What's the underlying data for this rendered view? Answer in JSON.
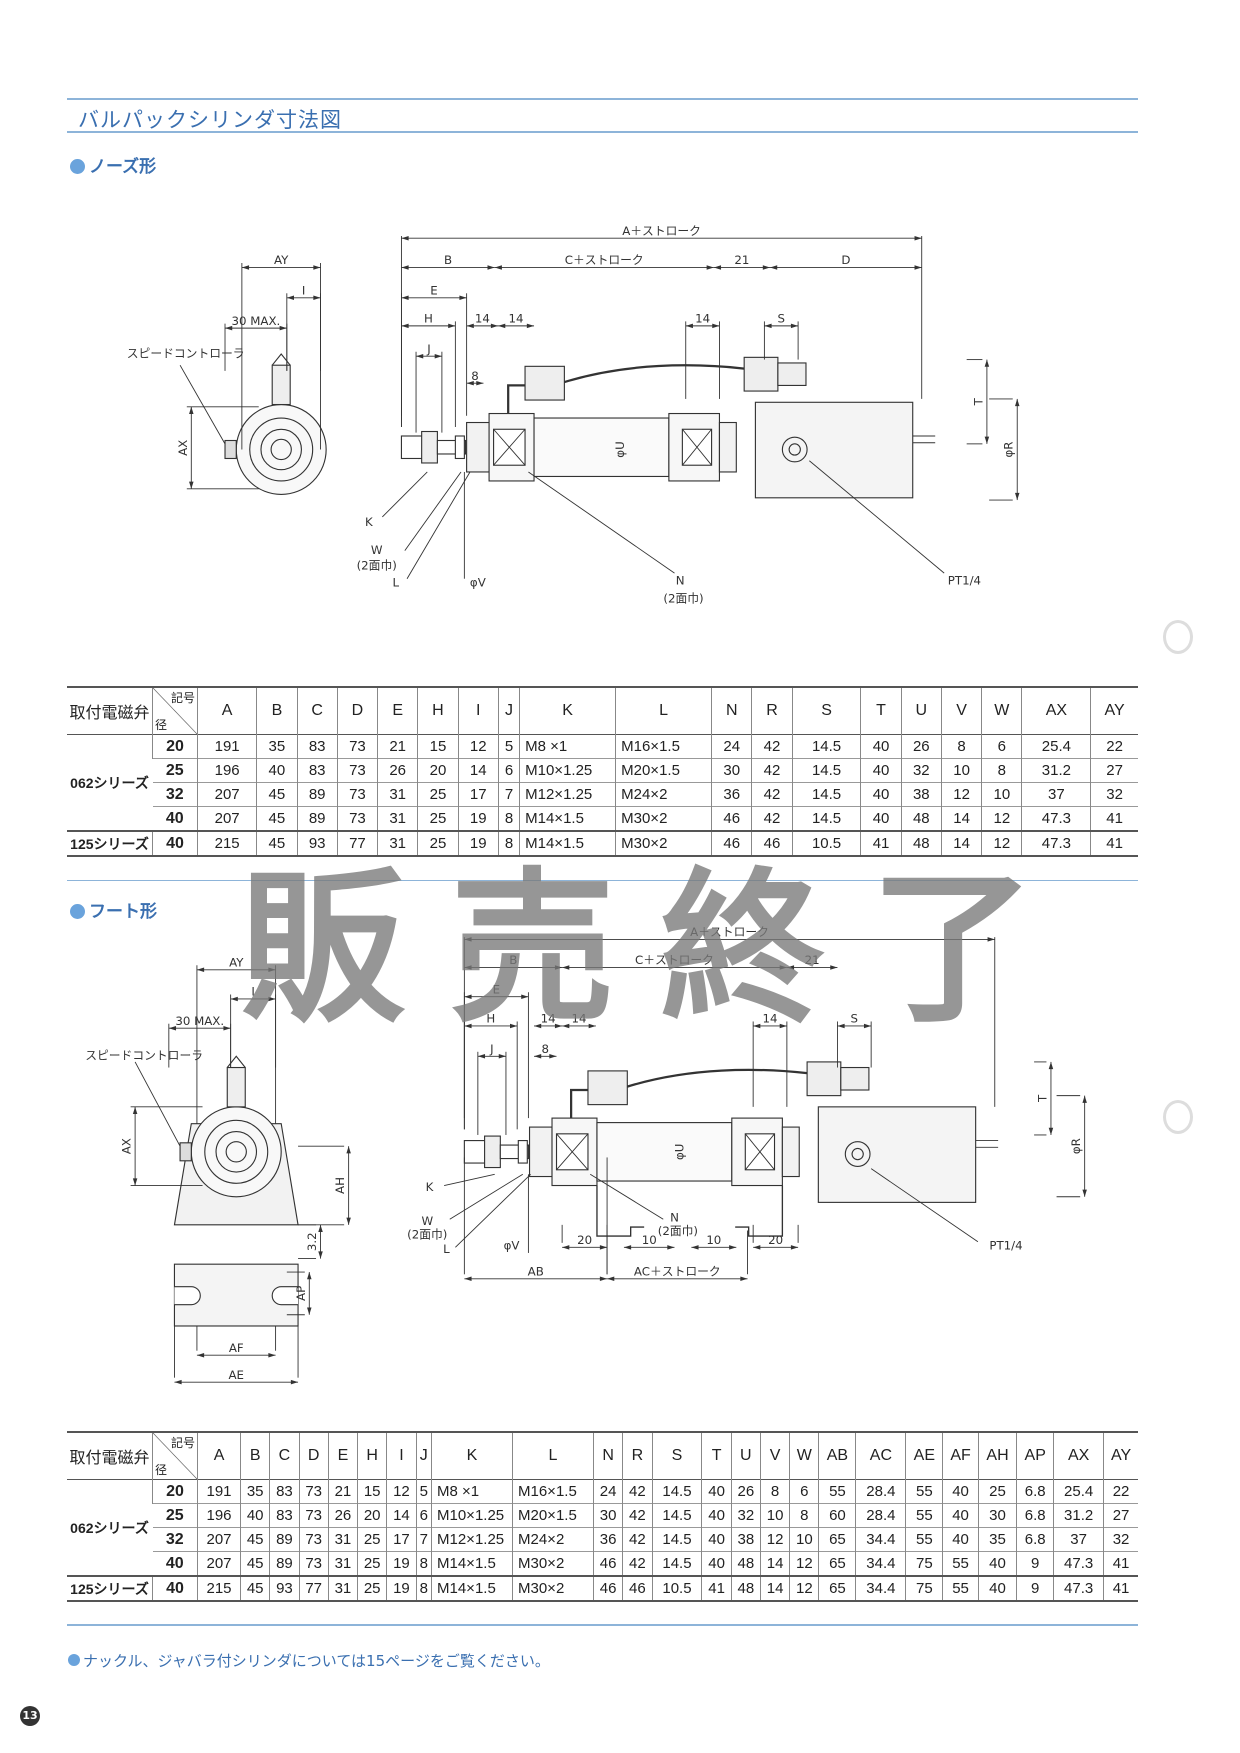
{
  "page": {
    "title": "バルパックシリンダ寸法図",
    "watermark": "販売終了",
    "note": "ナックル、ジャバラ付シリンダについては15ページをご覧ください。",
    "page_number": "13"
  },
  "nose": {
    "heading": "ノーズ形",
    "labels": {
      "a_stroke": "A＋ストローク",
      "b": "B",
      "c_stroke": "C＋ストローク",
      "d21": "21",
      "d": "D",
      "e": "E",
      "h": "H",
      "d14a": "14",
      "d14b": "14",
      "j": "J",
      "d8": "8",
      "d14c": "14",
      "s": "S",
      "t": "T",
      "r": "φR",
      "u": "φU",
      "k": "K",
      "w": "W",
      "w2": "(2面巾)",
      "l": "L",
      "v": "φV",
      "n": "N",
      "n2": "(2面巾)",
      "pt": "PT1/4",
      "ay": "AY",
      "i": "I",
      "max30": "30 MAX.",
      "speed": "スピードコントローラ",
      "ax": "AX"
    },
    "table": {
      "h_valve": "取付電磁弁",
      "h_symbol": "記号",
      "h_bore": "径",
      "columns": [
        "A",
        "B",
        "C",
        "D",
        "E",
        "H",
        "I",
        "J",
        "K",
        "L",
        "N",
        "R",
        "S",
        "T",
        "U",
        "V",
        "W",
        "AX",
        "AY"
      ],
      "groups": [
        {
          "series": "062シリーズ",
          "rows": [
            {
              "bore": "20",
              "values": [
                "191",
                "35",
                "83",
                "73",
                "21",
                "15",
                "12",
                "5",
                "M8 ×1",
                "M16×1.5",
                "24",
                "42",
                "14.5",
                "40",
                "26",
                "8",
                "6",
                "25.4",
                "22"
              ]
            },
            {
              "bore": "25",
              "values": [
                "196",
                "40",
                "83",
                "73",
                "26",
                "20",
                "14",
                "6",
                "M10×1.25",
                "M20×1.5",
                "30",
                "42",
                "14.5",
                "40",
                "32",
                "10",
                "8",
                "31.2",
                "27"
              ]
            },
            {
              "bore": "32",
              "values": [
                "207",
                "45",
                "89",
                "73",
                "31",
                "25",
                "17",
                "7",
                "M12×1.25",
                "M24×2",
                "36",
                "42",
                "14.5",
                "40",
                "38",
                "12",
                "10",
                "37",
                "32"
              ]
            },
            {
              "bore": "40",
              "values": [
                "207",
                "45",
                "89",
                "73",
                "31",
                "25",
                "19",
                "8",
                "M14×1.5",
                "M30×2",
                "46",
                "42",
                "14.5",
                "40",
                "48",
                "14",
                "12",
                "47.3",
                "41"
              ]
            }
          ]
        },
        {
          "series": "125シリーズ",
          "rows": [
            {
              "bore": "40",
              "values": [
                "215",
                "45",
                "93",
                "77",
                "31",
                "25",
                "19",
                "8",
                "M14×1.5",
                "M30×2",
                "46",
                "46",
                "10.5",
                "41",
                "48",
                "14",
                "12",
                "47.3",
                "41"
              ]
            }
          ]
        }
      ]
    }
  },
  "foot": {
    "heading": "フート形",
    "labels": {
      "a_stroke": "A＋ストローク",
      "b": "B",
      "c_stroke": "C＋ストローク",
      "d21": "21",
      "e": "E",
      "h": "H",
      "d14a": "14",
      "d14b": "14",
      "j": "J",
      "d8": "8",
      "d14c": "14",
      "s": "S",
      "t": "T",
      "r": "φR",
      "u": "φU",
      "k": "K",
      "w": "W",
      "w2": "(2面巾)",
      "l": "L",
      "v": "φV",
      "n": "N",
      "n2": "(2面巾)",
      "pt": "PT1/4",
      "d20a": "20",
      "d10a": "10",
      "d10b": "10",
      "d20b": "20",
      "ab": "AB",
      "ac_stroke": "AC＋ストローク",
      "ay": "AY",
      "i": "I",
      "max30": "30 MAX.",
      "speed": "スピードコントローラ",
      "ax": "AX",
      "ah": "AH",
      "d32": "3.2",
      "ap": "AP",
      "af": "AF",
      "ae": "AE"
    },
    "table": {
      "h_valve": "取付電磁弁",
      "h_symbol": "記号",
      "h_bore": "径",
      "columns": [
        "A",
        "B",
        "C",
        "D",
        "E",
        "H",
        "I",
        "J",
        "K",
        "L",
        "N",
        "R",
        "S",
        "T",
        "U",
        "V",
        "W",
        "AB",
        "AC",
        "AE",
        "AF",
        "AH",
        "AP",
        "AX",
        "AY"
      ],
      "groups": [
        {
          "series": "062シリーズ",
          "rows": [
            {
              "bore": "20",
              "values": [
                "191",
                "35",
                "83",
                "73",
                "21",
                "15",
                "12",
                "5",
                "M8 ×1",
                "M16×1.5",
                "24",
                "42",
                "14.5",
                "40",
                "26",
                "8",
                "6",
                "55",
                "28.4",
                "55",
                "40",
                "25",
                "6.8",
                "25.4",
                "22"
              ]
            },
            {
              "bore": "25",
              "values": [
                "196",
                "40",
                "83",
                "73",
                "26",
                "20",
                "14",
                "6",
                "M10×1.25",
                "M20×1.5",
                "30",
                "42",
                "14.5",
                "40",
                "32",
                "10",
                "8",
                "60",
                "28.4",
                "55",
                "40",
                "30",
                "6.8",
                "31.2",
                "27"
              ]
            },
            {
              "bore": "32",
              "values": [
                "207",
                "45",
                "89",
                "73",
                "31",
                "25",
                "17",
                "7",
                "M12×1.25",
                "M24×2",
                "36",
                "42",
                "14.5",
                "40",
                "38",
                "12",
                "10",
                "65",
                "34.4",
                "55",
                "40",
                "35",
                "6.8",
                "37",
                "32"
              ]
            },
            {
              "bore": "40",
              "values": [
                "207",
                "45",
                "89",
                "73",
                "31",
                "25",
                "19",
                "8",
                "M14×1.5",
                "M30×2",
                "46",
                "42",
                "14.5",
                "40",
                "48",
                "14",
                "12",
                "65",
                "34.4",
                "75",
                "55",
                "40",
                "9",
                "47.3",
                "41"
              ]
            }
          ]
        },
        {
          "series": "125シリーズ",
          "rows": [
            {
              "bore": "40",
              "values": [
                "215",
                "45",
                "93",
                "77",
                "31",
                "25",
                "19",
                "8",
                "M14×1.5",
                "M30×2",
                "46",
                "46",
                "10.5",
                "41",
                "48",
                "14",
                "12",
                "65",
                "34.4",
                "75",
                "55",
                "40",
                "9",
                "47.3",
                "41"
              ]
            }
          ]
        }
      ]
    }
  }
}
